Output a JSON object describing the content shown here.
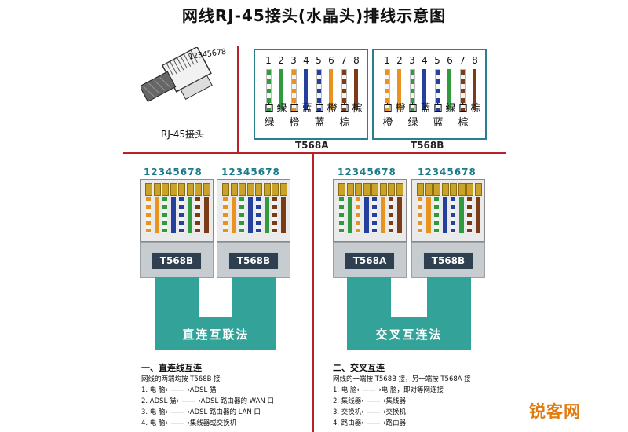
{
  "title": "网线RJ-45接头(水晶头)排线示意图",
  "connector": {
    "pin_numbers": "12345678",
    "caption": "RJ-45接头"
  },
  "colors": {
    "orange": "#e8921f",
    "green": "#2f9a3e",
    "blue": "#25409a",
    "brown": "#7a3b16",
    "white": "#f4f4f4",
    "accent": "#b8202a",
    "cable": "#33a39a"
  },
  "t568a": {
    "name": "T568A",
    "pins": [
      "1",
      "2",
      "3",
      "4",
      "5",
      "6",
      "7",
      "8"
    ],
    "wires": [
      {
        "stripe": "white",
        "color": "green"
      },
      {
        "stripe": "none",
        "color": "green"
      },
      {
        "stripe": "white",
        "color": "orange"
      },
      {
        "stripe": "none",
        "color": "blue"
      },
      {
        "stripe": "white",
        "color": "blue"
      },
      {
        "stripe": "none",
        "color": "orange"
      },
      {
        "stripe": "white",
        "color": "brown"
      },
      {
        "stripe": "none",
        "color": "brown"
      }
    ],
    "labels_top": [
      "白",
      "绿",
      "白",
      "蓝",
      "白",
      "橙",
      "白",
      "棕"
    ],
    "labels_bottom": [
      "绿",
      "",
      "橙",
      "",
      "蓝",
      "",
      "棕",
      ""
    ]
  },
  "t568b": {
    "name": "T568B",
    "pins": [
      "1",
      "2",
      "3",
      "4",
      "5",
      "6",
      "7",
      "8"
    ],
    "wires": [
      {
        "stripe": "white",
        "color": "orange"
      },
      {
        "stripe": "none",
        "color": "orange"
      },
      {
        "stripe": "white",
        "color": "green"
      },
      {
        "stripe": "none",
        "color": "blue"
      },
      {
        "stripe": "white",
        "color": "blue"
      },
      {
        "stripe": "none",
        "color": "green"
      },
      {
        "stripe": "white",
        "color": "brown"
      },
      {
        "stripe": "none",
        "color": "brown"
      }
    ],
    "labels_top": [
      "白",
      "橙",
      "白",
      "蓝",
      "白",
      "绿",
      "白",
      "棕"
    ],
    "labels_bottom": [
      "橙",
      "",
      "绿",
      "",
      "蓝",
      "",
      "棕",
      ""
    ]
  },
  "straight": {
    "pin_numbers": [
      "12345678",
      "12345678"
    ],
    "plugs": [
      "T568B",
      "T568B"
    ],
    "method": "直连互联法",
    "notes": {
      "title": "一、直连线互连",
      "lines": [
        "网线的两端均按 T568B 接",
        "1.    电    脑←——→ADSL 猫",
        "2.    ADSL 猫←——→ADSL 路由器的 WAN 口",
        "3.    电    脑←——→ADSL 路由器的 LAN 口",
        "4.    电    脑←——→集线器或交换机"
      ]
    }
  },
  "crossover": {
    "pin_numbers": [
      "12345678",
      "12345678"
    ],
    "plugs": [
      "T568A",
      "T568B"
    ],
    "method": "交叉互连法",
    "notes": {
      "title": "二、交叉互连",
      "lines": [
        "网线的一端按 T568B 接，另一端按 T568A 接",
        "1.    电    脑←——→电    脑，即对等网连接",
        "2.    集线器←——→集线器",
        "3.    交换机←——→交换机",
        "4.    路由器←——→路由器"
      ]
    }
  },
  "watermark": "锐客网"
}
